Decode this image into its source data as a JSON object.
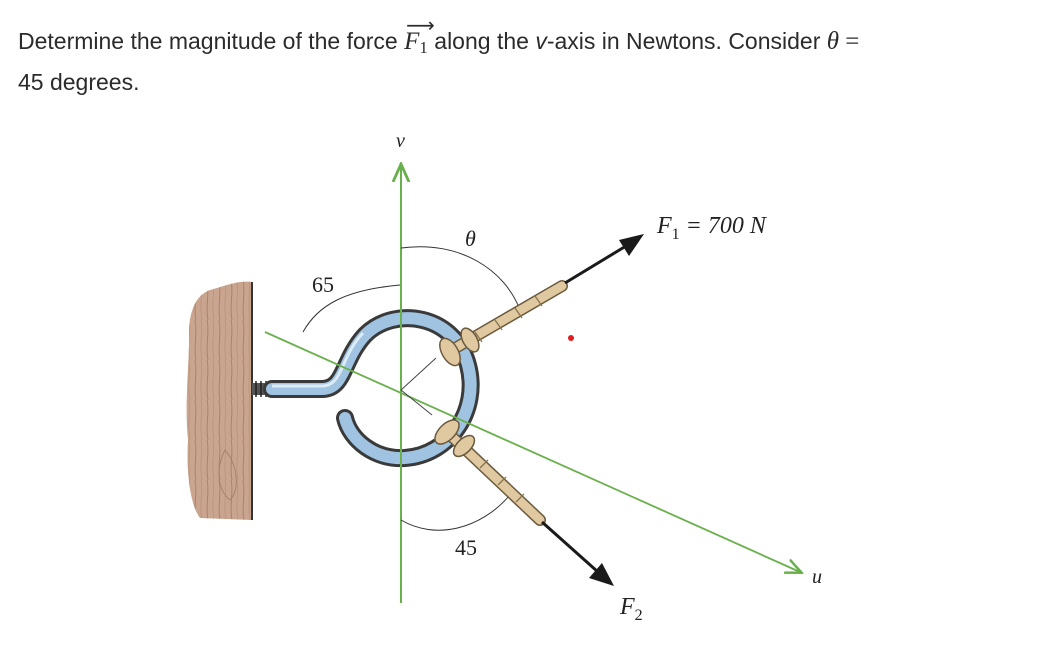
{
  "question": {
    "prefix": "Determine the magnitude of the force ",
    "force_symbol": "F",
    "force_subscript": "1",
    "vector_arrow": "⟶",
    "mid": " along the ",
    "axis_name": "v",
    "after_axis": "-axis in Newtons.  Consider ",
    "theta_symbol": "θ",
    "equals": " = ",
    "theta_value_line": "45 degrees."
  },
  "diagram": {
    "v_axis_label": "v",
    "u_axis_label": "u",
    "theta_label": "θ",
    "angle_65_label": "65",
    "angle_45_label": "45",
    "f1_symbol": "F",
    "f1_subscript": "1",
    "f1_value": " = 700 N",
    "f2_symbol": "F",
    "f2_subscript": "2",
    "colors": {
      "axis": "#6ab04c",
      "ring": "#9fc3e0",
      "rope": "#e0c9a0",
      "wood": "#c9a48e",
      "marker": "#e02020"
    }
  }
}
